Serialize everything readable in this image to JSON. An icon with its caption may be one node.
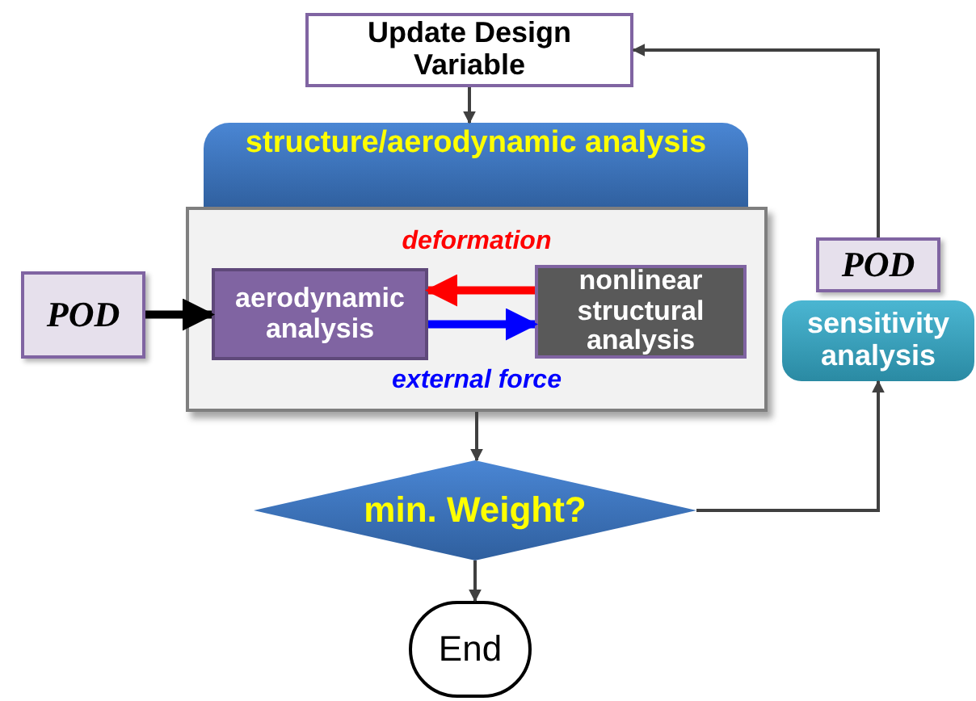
{
  "diagram": {
    "nodes": [
      {
        "text": [
          "Update Design Variable"
        ]
      },
      {
        "text": [
          "structure/aerodynamic analysis"
        ]
      },
      {
        "text": [],
        "shape": "box"
      },
      {
        "text": [
          "aerodynamic analysis"
        ],
        "in": 2
      },
      {
        "text": [
          "nonlinear structural analysis"
        ],
        "in": 2
      },
      {
        "text": [
          "POD"
        ]
      },
      {
        "text": [
          "POD"
        ]
      },
      {
        "text": [
          "sensitivity analysis"
        ]
      },
      {
        "text": [
          "min. Weight?"
        ]
      },
      {
        "text": [
          "End"
        ]
      }
    ],
    "edges": [
      {
        "from": 0,
        "to": 1,
        "arrow": "to"
      },
      {
        "from": 5,
        "to": 3,
        "arrow": "to",
        "style": "thick",
        "color": "#000000"
      },
      {
        "from": 4,
        "to": 3,
        "arrow": "to",
        "label": "deformation",
        "style": "thick",
        "color": "#ff0000"
      },
      {
        "from": 3,
        "to": 4,
        "arrow": "to",
        "label": "external force",
        "style": "thick",
        "color": "#0000ff"
      },
      {
        "from": 2,
        "to": 8,
        "arrow": "to"
      },
      {
        "from": 8,
        "to": 9,
        "arrow": "to"
      },
      {
        "from": 8,
        "to": 7,
        "arrow": "to"
      },
      {
        "from": 6,
        "to": 0,
        "arrow": "to"
      }
    ]
  }
}
